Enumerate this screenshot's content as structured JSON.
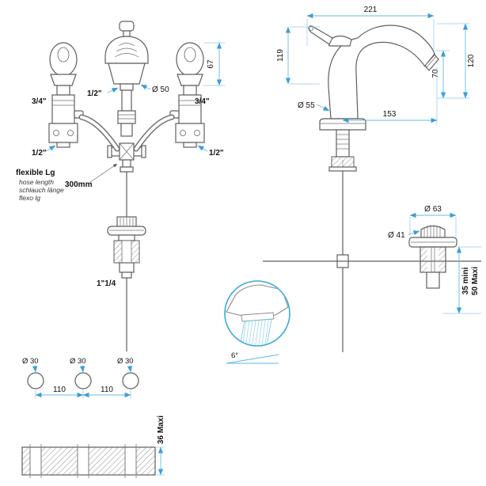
{
  "front": {
    "left_valve": "3/4\"",
    "center_valve": "1/2\"",
    "spout_dia": "Ø 50",
    "handle_height": "67",
    "right_valve": "3/4\"",
    "left_inlet": "1/2\"",
    "right_inlet": "1/2\"",
    "flex": {
      "title": "flexible Lg",
      "line1": "hose length",
      "line2": "schlauch länge",
      "line3": "flexo lg",
      "length": "300mm"
    },
    "drain_thread": "1\"1/4"
  },
  "side": {
    "overall_reach": "221",
    "height_119": "119",
    "height_120": "120",
    "height_70": "70",
    "base_dia": "Ø 55",
    "spout_reach": "153",
    "drain": {
      "flange_dia": "Ø 63",
      "cap_dia": "Ø 41",
      "min": "35 mini",
      "max": "50 Maxi"
    },
    "stream_angle": "6°"
  },
  "deck": {
    "holes": [
      "Ø 30",
      "Ø 30",
      "Ø 30"
    ],
    "spacings": [
      "110",
      "110"
    ],
    "max_thickness": "36 Maxi"
  },
  "colors": {
    "dimension_blue": "#69b8e0",
    "detail_blue": "#3fa9db",
    "line_gray": "#5f5f5f"
  }
}
